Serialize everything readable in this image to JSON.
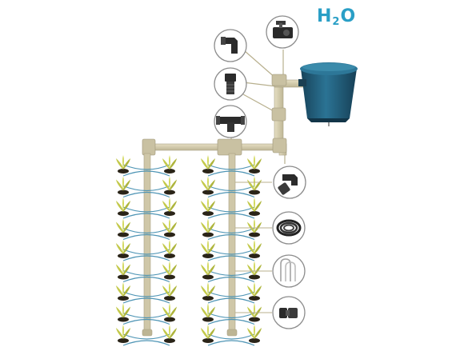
{
  "title": {
    "main": "H",
    "subscript": "2",
    "suffix": "O"
  },
  "colors": {
    "pipe": "#cfc7a8",
    "pipe_outline": "#a9a184",
    "hose": "#4f95b5",
    "tank": "#1f5a78",
    "callout_line": "#b8b08e",
    "title": "#2a9fc6"
  },
  "components": [
    {
      "name": "ball-valve-icon"
    },
    {
      "name": "elbow-connector-icon"
    },
    {
      "name": "tap-adapter-icon"
    },
    {
      "name": "tee-connector-icon"
    },
    {
      "name": "elbow-fitting-icon"
    },
    {
      "name": "drip-hose-coil-icon"
    },
    {
      "name": "hose-stake-icon"
    },
    {
      "name": "end-plug-icon"
    }
  ],
  "illustration": {
    "tank": "water-tank-icon",
    "plant": "plant-icon",
    "plant_rows": 2,
    "plants_per_row_side": 9
  }
}
